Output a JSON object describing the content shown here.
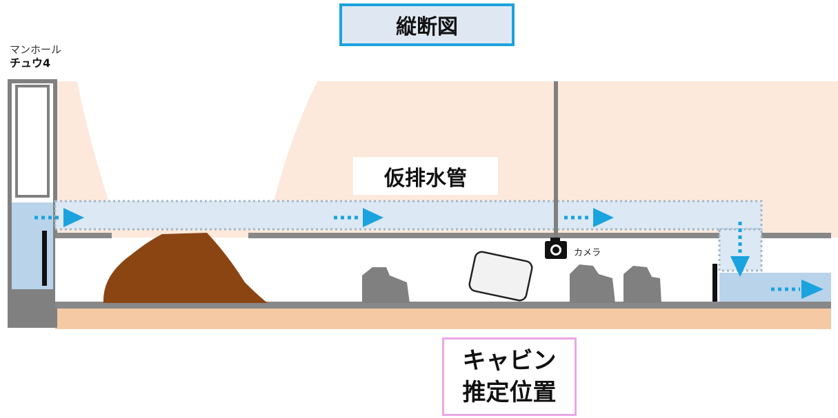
{
  "title": "縦断図",
  "pipe_label": "仮排水管",
  "manhole": {
    "label": "マンホール",
    "id": "チュウ4"
  },
  "camera_label": "カメラ",
  "cabin": {
    "line1": "キャビン",
    "line2": "推定位置"
  },
  "colors": {
    "ground": "#fde9dc",
    "bedding": "#f6c9a5",
    "pipe_wall": "#888888",
    "flow_fill": "#dce8f3",
    "flow_arrow": "#1aa3de",
    "debris_brown": "#8b4513",
    "debris_grey": "#808080",
    "title_border": "#1aa3de",
    "cabin_border": "#e9a7e4"
  },
  "icons": [
    "camera-icon",
    "flow-arrow-icon",
    "debris-pile",
    "rock-icon",
    "cabin-debris-icon"
  ]
}
